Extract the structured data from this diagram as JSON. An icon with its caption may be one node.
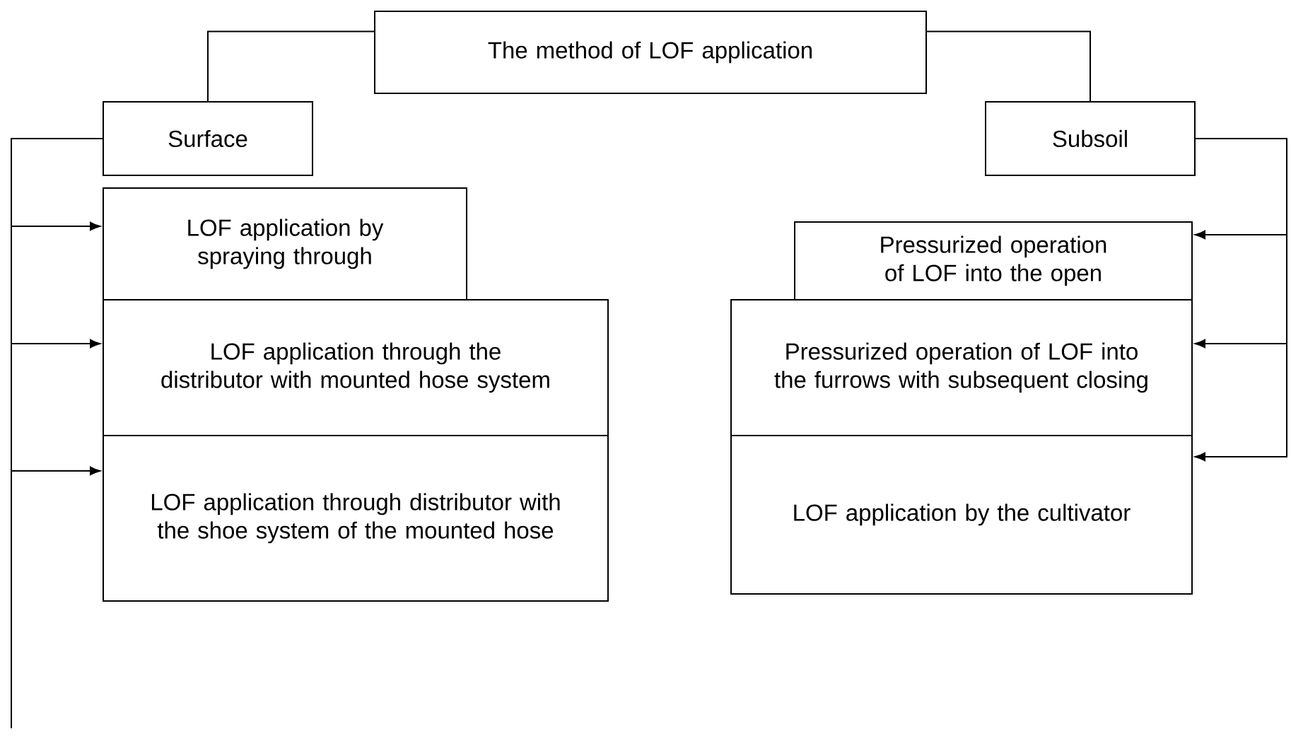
{
  "diagram": {
    "nodes": [
      {
        "text": [
          "The method of LOF application"
        ]
      },
      {
        "text": [
          "Surface"
        ]
      },
      {
        "text": [
          "Subsoil"
        ]
      },
      {
        "text": [
          "LOF application by spraying through"
        ]
      },
      {
        "text": [
          "LOF application through the distributor with mounted hose system"
        ]
      },
      {
        "text": [
          "LOF application through distributor with the shoe system of the mounted hose"
        ]
      },
      {
        "text": [
          "Pressurized operation of LOF into the open"
        ]
      },
      {
        "text": [
          "Pressurized operation of LOF into the furrows with subsequent closing"
        ]
      },
      {
        "text": [
          "LOF application by the cultivator"
        ]
      }
    ],
    "edges": [
      {
        "from": 0,
        "to": 1,
        "arrow": "none"
      },
      {
        "from": 0,
        "to": 2,
        "arrow": "none"
      },
      {
        "from": 1,
        "to": 3,
        "arrow": "to"
      },
      {
        "from": 1,
        "to": 4,
        "arrow": "to"
      },
      {
        "from": 1,
        "to": 5,
        "arrow": "to"
      },
      {
        "from": 2,
        "to": 6,
        "arrow": "to"
      },
      {
        "from": 2,
        "to": 7,
        "arrow": "to"
      },
      {
        "from": 2,
        "to": 8,
        "arrow": "to"
      }
    ]
  }
}
